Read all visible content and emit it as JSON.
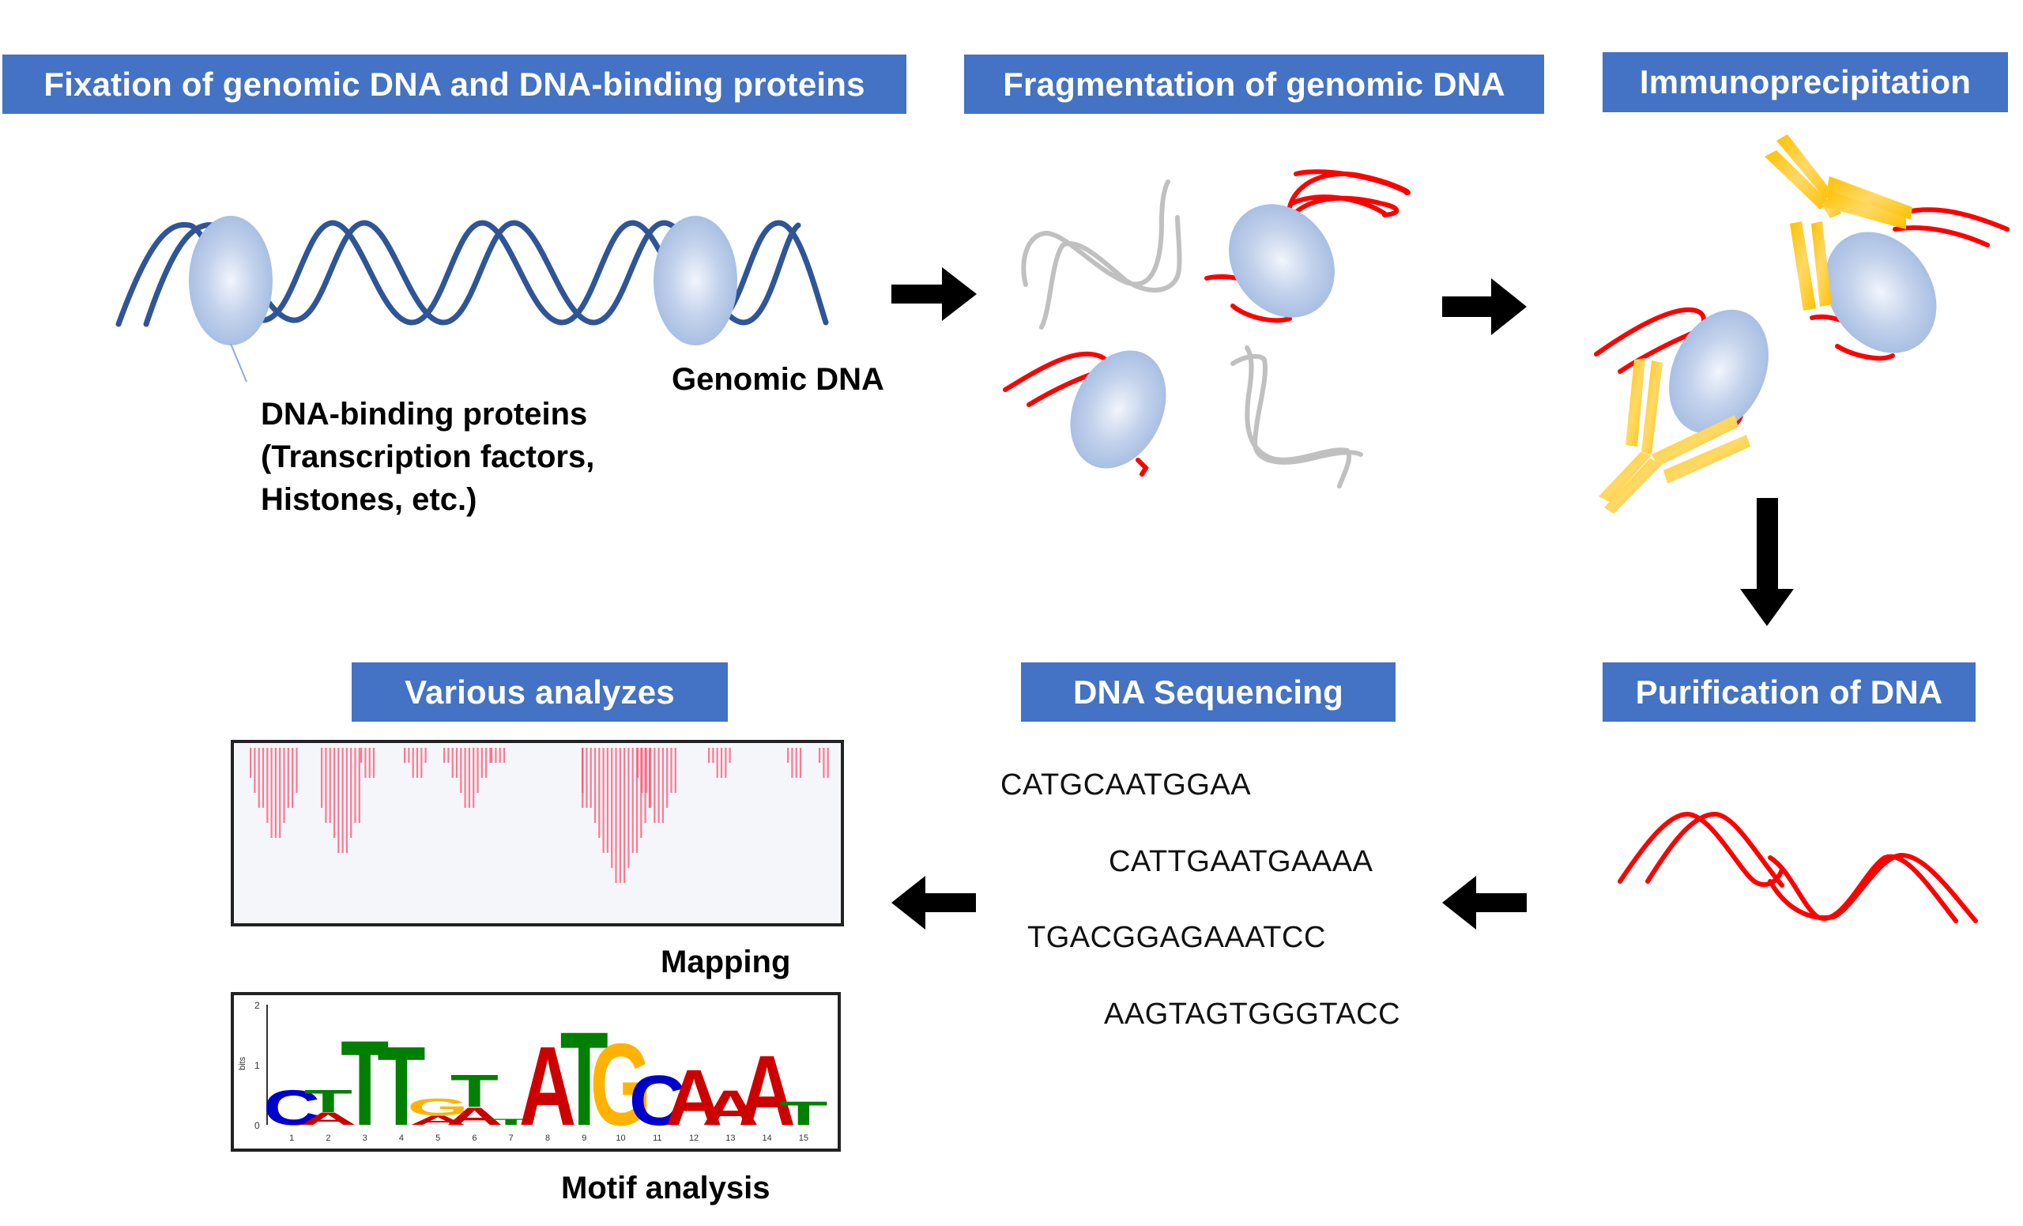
{
  "steps": [
    {
      "id": "fixation",
      "title": "Fixation of genomic DNA and DNA-binding proteins"
    },
    {
      "id": "fragmentation",
      "title": "Fragmentation of genomic DNA"
    },
    {
      "id": "immunoprecipitation",
      "title": "Immunoprecipitation"
    },
    {
      "id": "purification",
      "title": "Purification of DNA"
    },
    {
      "id": "sequencing",
      "title": "DNA Sequencing"
    },
    {
      "id": "analyses",
      "title": "Various analyzes"
    }
  ],
  "labels": {
    "genomic_dna": "Genomic DNA",
    "binding_proteins": [
      "DNA-binding proteins",
      "(Transcription factors,",
      "Histones, etc.)"
    ],
    "mapping": "Mapping",
    "motif_analysis": "Motif analysis"
  },
  "sequences": [
    "CATGCAATGGAA",
    "CATTGAATGAAAA",
    "TGACGGAGAAATCC",
    "AAGTAGTGGGTACC"
  ],
  "motif": {
    "y_axis_label": "bits",
    "y_ticks": [
      "0",
      "1",
      "2"
    ],
    "positions": [
      "1",
      "2",
      "3",
      "4",
      "5",
      "6",
      "7",
      "8",
      "9",
      "10",
      "11",
      "12",
      "13",
      "14",
      "15"
    ],
    "consensus": [
      {
        "letter": "C",
        "height": 0.6
      },
      {
        "letter": "T",
        "height": 0.6,
        "sub": "A"
      },
      {
        "letter": "T",
        "height": 1.45
      },
      {
        "letter": "T",
        "height": 1.35
      },
      {
        "letter": "G",
        "height": 0.45,
        "sub": "A"
      },
      {
        "letter": "T",
        "height": 0.85,
        "sub": "A"
      },
      {
        "letter": "T",
        "height": 0.1
      },
      {
        "letter": "A",
        "height": 1.35
      },
      {
        "letter": "T",
        "height": 1.6
      },
      {
        "letter": "G",
        "height": 1.4
      },
      {
        "letter": "C",
        "height": 0.85
      },
      {
        "letter": "A",
        "height": 0.95
      },
      {
        "letter": "A",
        "height": 0.6
      },
      {
        "letter": "A",
        "height": 1.2
      },
      {
        "letter": "T",
        "height": 0.4
      }
    ]
  },
  "colors": {
    "header_bg": "#4472C4",
    "header_text": "#FFFFFF",
    "genomic_dna": "#2F5597",
    "protein": "#AFC3E4",
    "bound_dna": "#FF0000",
    "unbound_dna": "#C0C0C0",
    "antibody": "#FFC000",
    "A": "#CC0000",
    "C": "#0000CC",
    "G": "#FFB300",
    "T": "#008000",
    "peaks": "#FF4D6D"
  }
}
